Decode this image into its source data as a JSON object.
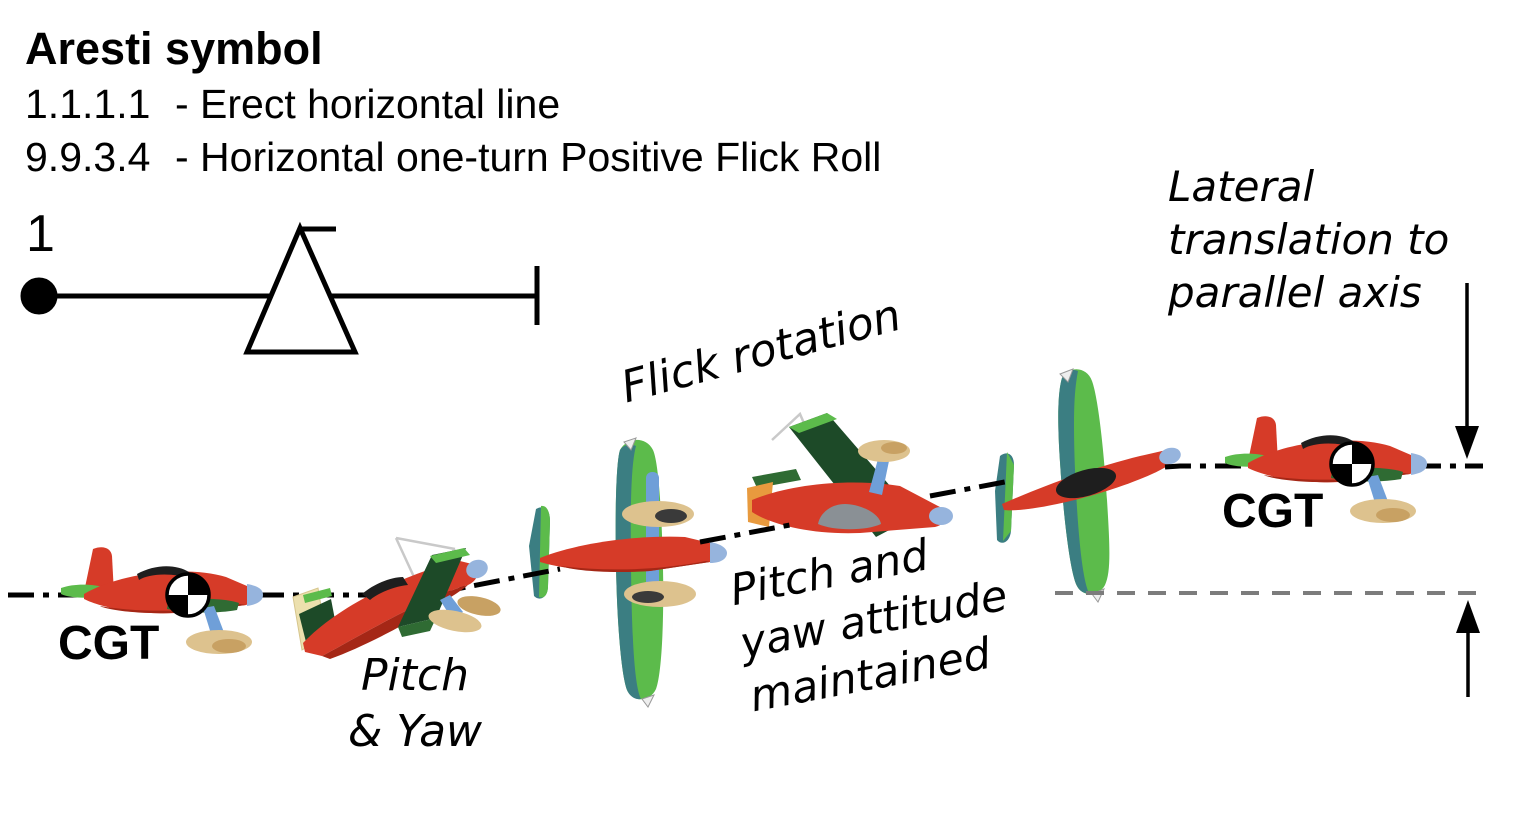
{
  "header": {
    "title": "Aresti symbol",
    "entries": [
      {
        "code": "1.1.1.1",
        "description": "- Erect horizontal line"
      },
      {
        "code": "9.9.3.4",
        "description": "- Horizontal one-turn Positive Flick Roll"
      }
    ]
  },
  "aresti_figure": {
    "sequence_number": "1"
  },
  "labels": {
    "cgt_left": "CGT",
    "cgt_right": "CGT",
    "flick_rotation": "Flick rotation",
    "pitch_yaw_line1": "Pitch",
    "pitch_yaw_line2": "& Yaw",
    "attitude_line1": "Pitch and",
    "attitude_line2": "yaw attitude",
    "attitude_line3": "maintained",
    "lateral_line1": "Lateral",
    "lateral_line2": "translation to",
    "lateral_line3": "parallel axis"
  },
  "palette": {
    "plane_red": "#d63b28",
    "plane_red_dark": "#a52716",
    "wing_green": "#5cbb4b",
    "wing_green_mid": "#2f6b33",
    "wing_green_dark": "#1d4a28",
    "wing_teal": "#3b7e82",
    "wheel_tan": "#ddc28e",
    "wheel_tan_dark": "#c8a163",
    "gear_blue": "#6f9fd8",
    "nose_blue": "#96b4dd",
    "cowl_gray": "#8a9095",
    "tail_cream": "#ece0ae",
    "canopy_black": "#1e1e1e",
    "line_black": "#000000",
    "line_gray": "#7c7c7c",
    "rigging_gray": "#c9c9c9"
  }
}
